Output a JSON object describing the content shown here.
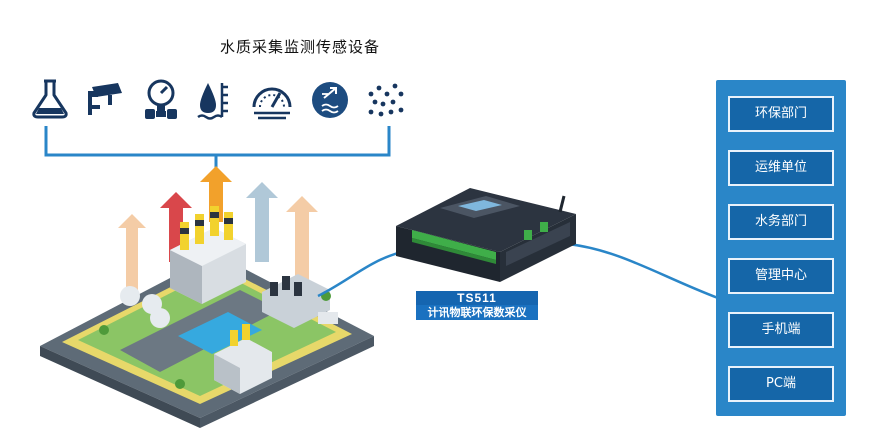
{
  "header": {
    "title": "水质采集监测传感设备"
  },
  "device": {
    "model": "TS511",
    "name": "计讯物联环保数采仪"
  },
  "destinations": [
    "环保部门",
    "运维单位",
    "水务部门",
    "管理中心",
    "手机端",
    "PC端"
  ],
  "colors": {
    "icon": "#17365f",
    "line": "#2a86c8",
    "panel": "#2a86c8",
    "panel_button": "#1566a8",
    "arrow_red": "#d9474b",
    "arrow_orange": "#f2a12b",
    "arrow_gray": "#b0c8d8",
    "arrow_peach": "#f3c79c"
  },
  "icons": [
    "flask-icon",
    "cctv-camera-icon",
    "pressure-gauge-icon",
    "water-level-icon",
    "speedometer-icon",
    "water-quality-icon",
    "particle-dots-icon"
  ]
}
